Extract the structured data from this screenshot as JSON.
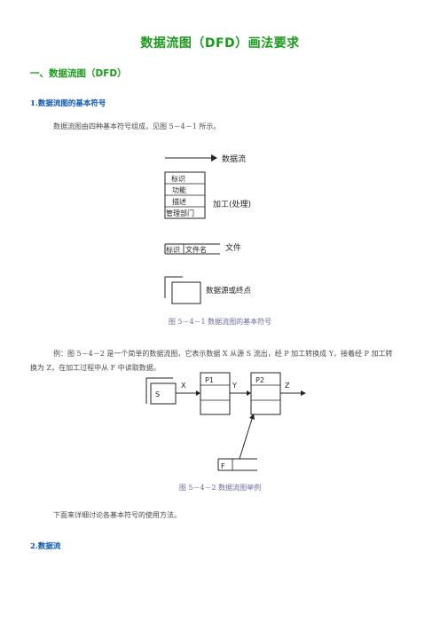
{
  "doc": {
    "title": "数据流图（DFD）画法要求",
    "section1": "一、数据流图（DFD）",
    "sub1": "1.数据流图的基本符号",
    "para1": "数据流图由四种基本符号组成，见图 5－4－1 所示。",
    "fig1": {
      "label_flow": "数据流",
      "box_rows": [
        "标识",
        "功能",
        "描述",
        "管理部门"
      ],
      "label_process": "加工(处理)",
      "store_id": "标识",
      "store_name": "文件名",
      "label_file": "文件",
      "label_source": "数据源或终点",
      "caption": "图 5－4－1   数据流图的基本符号"
    },
    "para2_line1": "例：图 5－4－2 是一个简单的数据流图，它表示数据 X 从源 S 流出，经 P 加工转换成 Y，接着经 P 加工转",
    "para2_line2": "换为 Z，在加工过程中从 F 中读取数据。",
    "fig2": {
      "source": "S",
      "flow_x": "X",
      "p1": "P1",
      "flow_y": "Y",
      "p2": "P2",
      "flow_z": "Z",
      "file": "F",
      "caption": "图 5－4－2   数据流图举例"
    },
    "para3": "下面来详细讨论各基本符号的使用方法。",
    "sub2": "2.数据流"
  }
}
